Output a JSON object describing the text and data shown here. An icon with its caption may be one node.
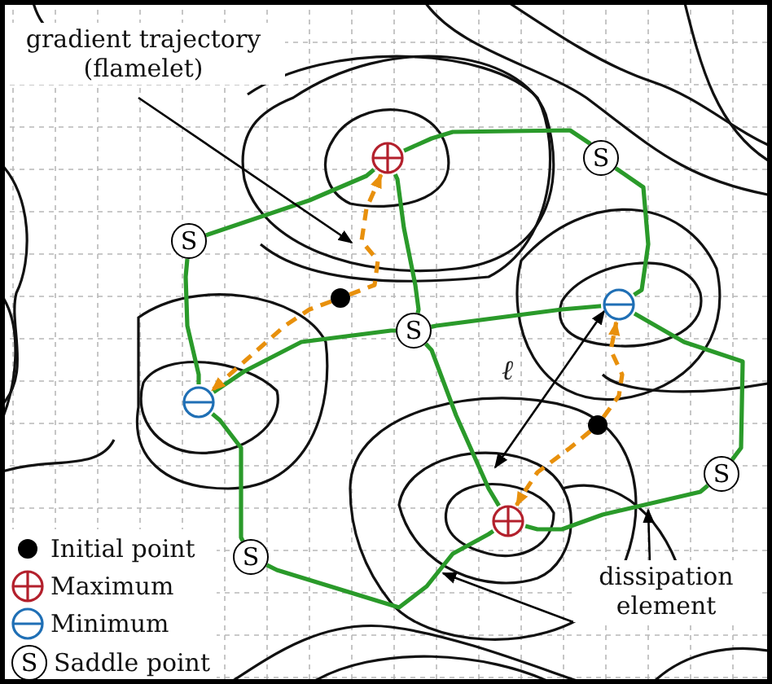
{
  "diagram": {
    "nodes": [
      {
        "text": [
          "gradient trajectory (flamelet)"
        ]
      },
      {
        "text": [],
        "shape": "circle"
      },
      {
        "text": [
          "S"
        ]
      },
      {
        "text": [
          "S"
        ]
      },
      {
        "text": [],
        "shape": "dot"
      },
      {
        "text": [],
        "shape": "circle"
      },
      {
        "text": [
          "S"
        ]
      },
      {
        "text": [],
        "shape": "circle"
      },
      {
        "text": [],
        "shape": "dot"
      },
      {
        "text": [
          "S"
        ]
      },
      {
        "text": [],
        "shape": "circle"
      },
      {
        "text": [
          "S"
        ]
      },
      {
        "text": [
          "dissipation element"
        ]
      }
    ],
    "edges": [
      {
        "from": 3,
        "to": 1,
        "arrow": "none"
      },
      {
        "from": 1,
        "to": 2,
        "arrow": "none"
      },
      {
        "from": 2,
        "to": 5,
        "arrow": "none"
      },
      {
        "from": 1,
        "to": 6,
        "arrow": "none"
      },
      {
        "from": 3,
        "to": 7,
        "arrow": "none"
      },
      {
        "from": 7,
        "to": 6,
        "arrow": "none"
      },
      {
        "from": 6,
        "to": 5,
        "arrow": "none"
      },
      {
        "from": 7,
        "to": 11,
        "arrow": "none"
      },
      {
        "from": 6,
        "to": 10,
        "arrow": "none"
      },
      {
        "from": 5,
        "to": 9,
        "arrow": "none"
      },
      {
        "from": 10,
        "to": 9,
        "arrow": "none"
      },
      {
        "from": 11,
        "to": 10,
        "arrow": "none"
      },
      {
        "from": 4,
        "to": 1,
        "arrow": "to",
        "style": "dashed",
        "color": "#e8900c"
      },
      {
        "from": 4,
        "to": 7,
        "arrow": "to",
        "style": "dashed",
        "color": "#e8900c"
      },
      {
        "from": 8,
        "to": 5,
        "arrow": "to",
        "style": "dashed",
        "color": "#e8900c"
      },
      {
        "from": 8,
        "to": 10,
        "arrow": "to",
        "style": "dashed",
        "color": "#e8900c"
      },
      {
        "from": 0,
        "to": null,
        "arrow": "to",
        "color": "#000000"
      },
      {
        "from": 12,
        "to": null,
        "arrow": "to",
        "color": "#000000"
      },
      {
        "from": 12,
        "to": null,
        "arrow": "to",
        "color": "#000000"
      }
    ],
    "labels": [
      "ℓ",
      "S"
    ],
    "legend": [
      {
        "text": "Initial point"
      },
      {
        "text": "Maximum"
      },
      {
        "text": "Minimum"
      },
      {
        "text": "Saddle point"
      }
    ]
  }
}
